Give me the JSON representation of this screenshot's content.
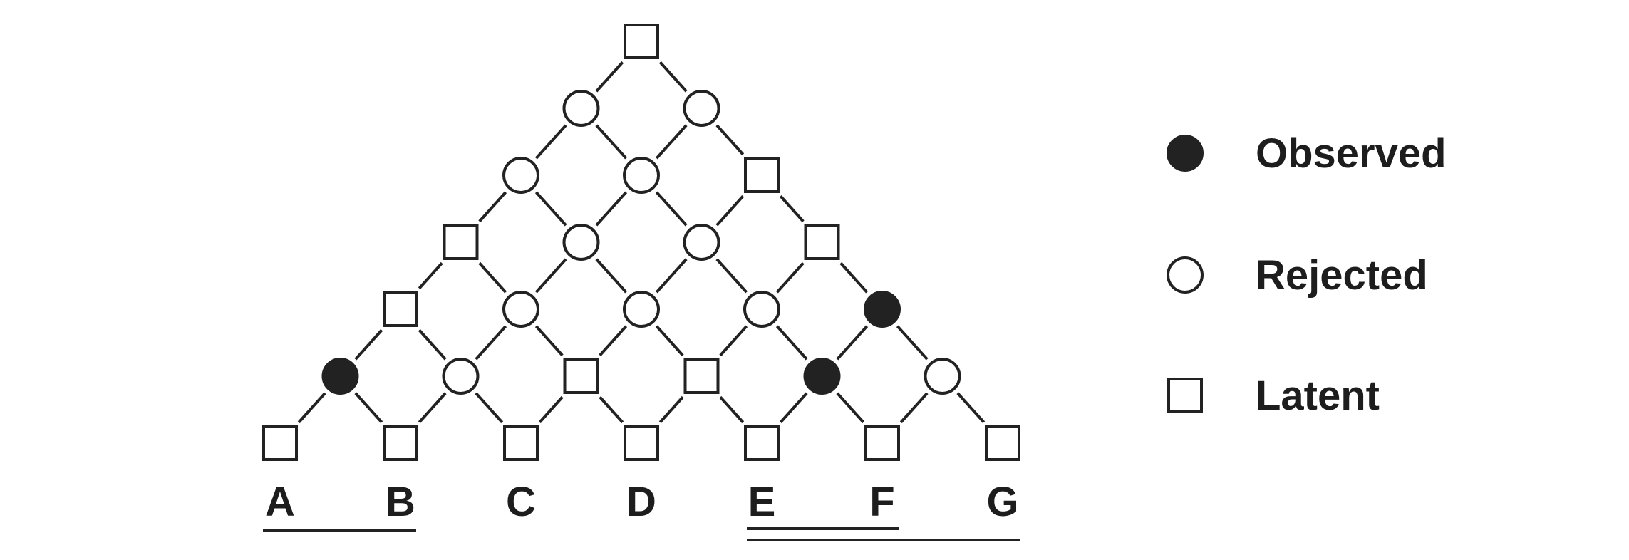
{
  "legend": [
    {
      "key": "observed",
      "label": "Observed"
    },
    {
      "key": "rejected",
      "label": "Rejected"
    },
    {
      "key": "latent",
      "label": "Latent"
    }
  ],
  "leaves": [
    "A",
    "B",
    "C",
    "D",
    "E",
    "F",
    "G"
  ],
  "lattice": {
    "levels": 7,
    "rows": [
      [
        "latent"
      ],
      [
        "rejected",
        "rejected"
      ],
      [
        "rejected",
        "rejected",
        "latent"
      ],
      [
        "latent",
        "rejected",
        "rejected",
        "latent"
      ],
      [
        "latent",
        "rejected",
        "rejected",
        "rejected",
        "observed"
      ],
      [
        "observed",
        "rejected",
        "latent",
        "latent",
        "observed",
        "rejected"
      ],
      [
        "latent",
        "latent",
        "latent",
        "latent",
        "latent",
        "latent",
        "latent"
      ]
    ]
  },
  "groupings": [
    {
      "name": "AB",
      "leaves": [
        "A",
        "B"
      ]
    },
    {
      "name": "EF",
      "leaves": [
        "E",
        "F"
      ]
    },
    {
      "name": "EFG",
      "leaves": [
        "E",
        "F",
        "G"
      ]
    }
  ],
  "colors": {
    "stroke": "#222222",
    "fill_observed": "#222222",
    "fill_open": "#ffffff",
    "text": "#1d1d1d"
  }
}
